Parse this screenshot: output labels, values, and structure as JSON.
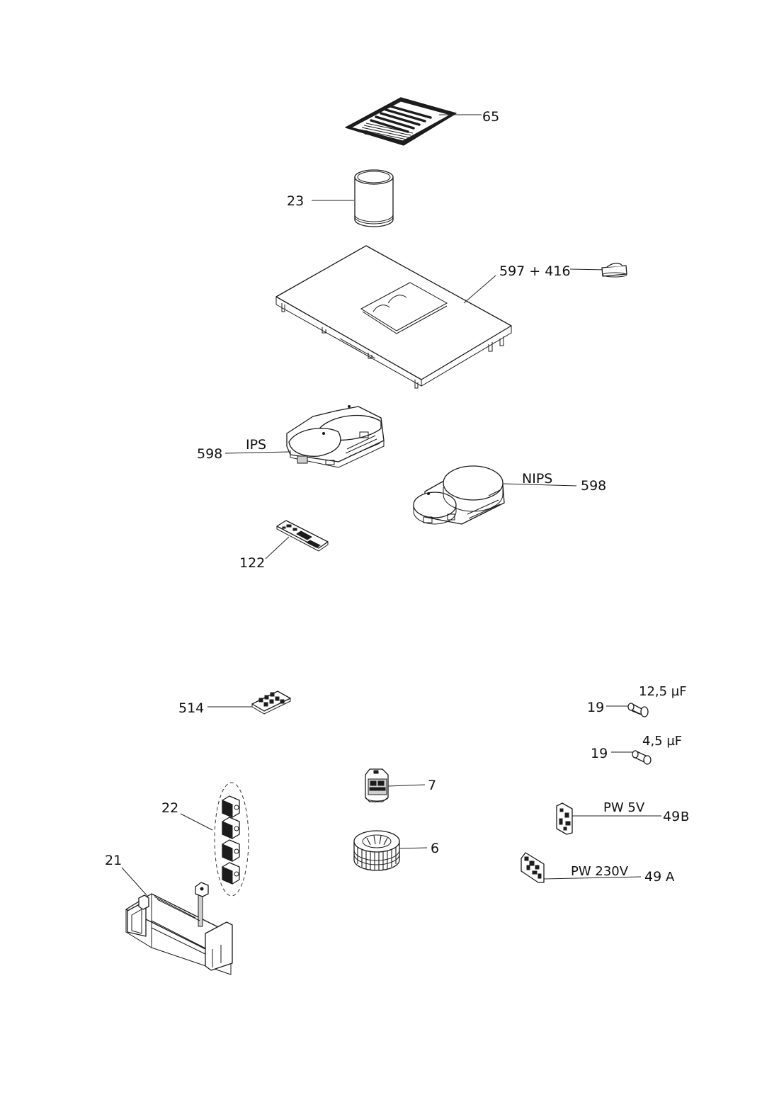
{
  "labels": {
    "grille": "65",
    "filter": "23",
    "glass_top": "597 + 416",
    "ips_number": "598",
    "ips_text": "IPS",
    "nips_number": "598",
    "nips_text": "NIPS",
    "keyboard": "122",
    "terminal_block": "514",
    "capacitor_1_number": "19",
    "capacitor_1_value": "12,5 µF",
    "capacitor_2_number": "19",
    "capacitor_2_value": "4,5 µF",
    "motor": "7",
    "fan_wheel": "6",
    "filters_set": "22",
    "duct": "21",
    "pw5v_text": "PW 5V",
    "pw5v_number": "49",
    "pw5v_suffix": "B",
    "pw230v_text": "PW 230V",
    "pw230v_number": "49",
    "pw230v_suffix": "A"
  }
}
